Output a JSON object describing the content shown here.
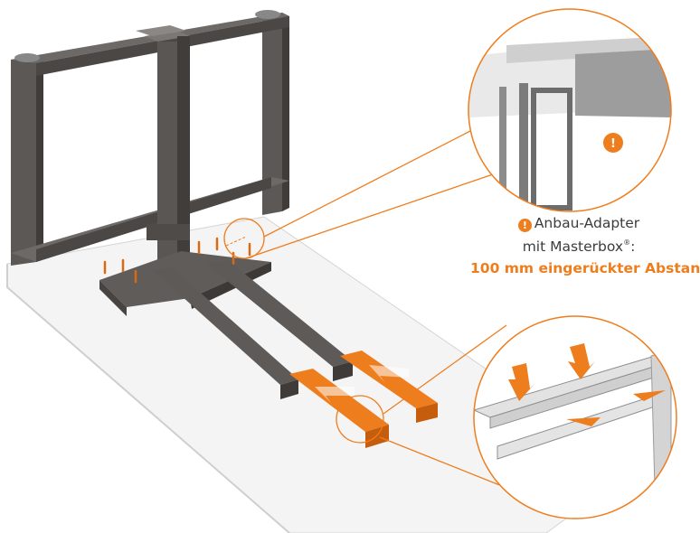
{
  "note": {
    "line1": "Anbau-Adapter",
    "line2": "mit Masterbox",
    "registered": "®",
    "line2_suffix": ":",
    "emphasis": "100 mm eingerückter Abstan"
  },
  "icons": {
    "warning": "exclamation-icon",
    "warning_glyph": "!"
  },
  "colors": {
    "accent": "#ee7d1e",
    "frame": "#5b5856",
    "frame_dark": "#3f3c3a",
    "tabletop": "#f2f2f2",
    "text": "#3c3c3c"
  }
}
